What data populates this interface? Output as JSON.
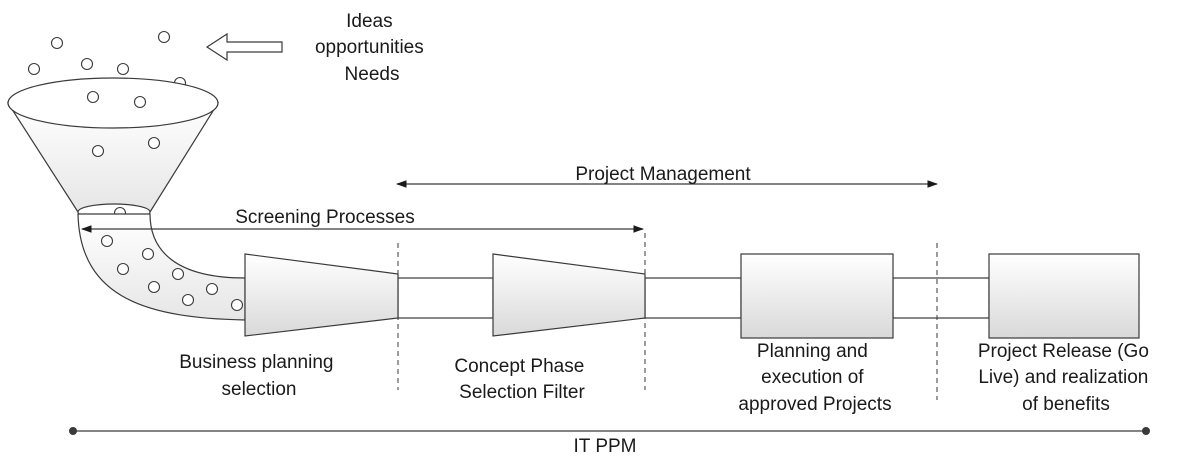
{
  "diagram": {
    "input_label_lines": [
      "Ideas",
      "opportunities",
      "Needs"
    ],
    "project_management_label": "Project Management",
    "screening_label": "Screening Processes",
    "stages": [
      {
        "lines": [
          "Business planning",
          "selection"
        ]
      },
      {
        "lines": [
          "Concept Phase",
          "Selection Filter"
        ]
      },
      {
        "lines": [
          "Planning and",
          "execution of",
          "approved Projects"
        ]
      },
      {
        "lines": [
          "Project Release (Go",
          "Live) and realization",
          "of benefits"
        ]
      }
    ],
    "timeline_label": "IT PPM",
    "colors": {
      "stroke": "#3a3a3a",
      "fill_gradient_light": "#ffffff",
      "fill_gradient_dark": "#d9d9d9",
      "text": "#1a1a1a"
    }
  }
}
